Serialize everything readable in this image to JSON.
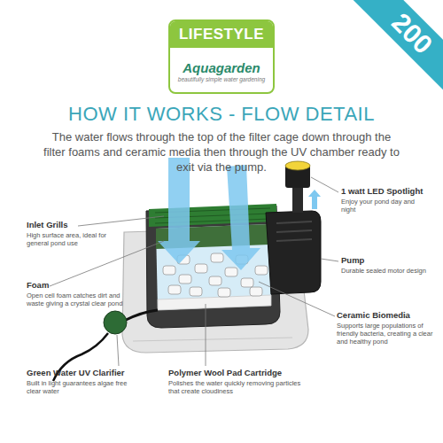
{
  "diagram": {
    "title": "HOW IT WORKS - FLOW DETAIL",
    "caption": "The water flows through the top of the filter cage down through the filter foams and ceramic media then through the UV chamber ready to exit via the pump.",
    "nodes": [
      {
        "text": [
          "LIFESTYLE",
          "Aquagarden",
          "beautifully simple water gardening"
        ]
      },
      {
        "text": [
          "200"
        ]
      }
    ],
    "labels": [
      "1 watt LED Spotlight",
      "Enjoy your pond day and night",
      "Inlet Grills",
      "High surface area, ideal for general pond use",
      "Pump",
      "Durable sealed motor design",
      "Foam",
      "Open cell foam catches dirt and waste giving a crystal clear pond",
      "Ceramic Biomedia",
      "Supports large populations of friendly bacteria, creating a clear and healthy pond",
      "Green Water UV Clarifier",
      "Built in light guarantees algae free clear water",
      "Polymer Wool Pad Cartridge",
      "Polishes the water quickly removing particles that create cloudiness"
    ]
  }
}
